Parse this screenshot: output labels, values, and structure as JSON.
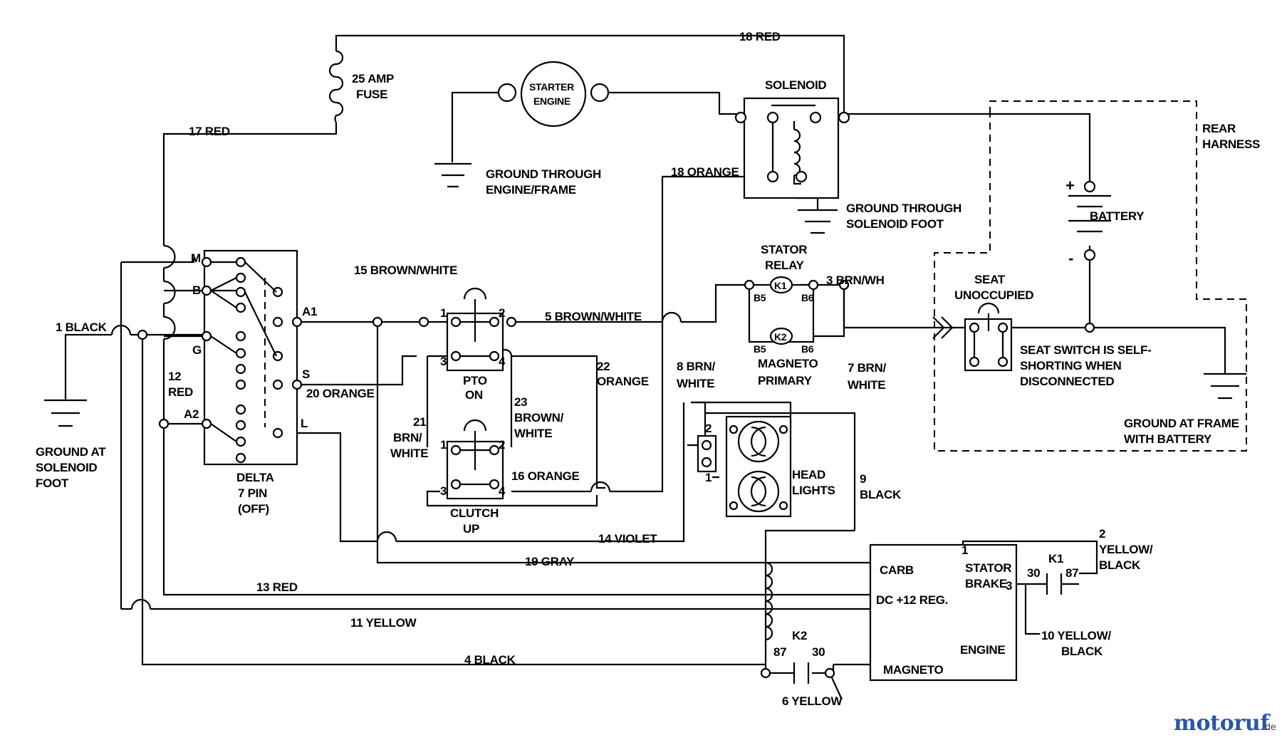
{
  "labels": {
    "w18red": "18 RED",
    "fuse1": "25 AMP",
    "fuse2": "FUSE",
    "w17red": "17 RED",
    "starter1": "STARTER",
    "starter2": "ENGINE",
    "solenoid": "SOLENOID",
    "gndEng1": "GROUND THROUGH",
    "gndEng2": "ENGINE/FRAME",
    "w18orange": "18 ORANGE",
    "gndSol1": "GROUND THROUGH",
    "gndSol2": "SOLENOID FOOT",
    "rear1": "REAR",
    "rear2": "HARNESS",
    "battery": "BATTERY",
    "plus": "+",
    "minus": "-",
    "w1black": "1 BLACK",
    "w15": "15 BROWN/WHITE",
    "w5": "5 BROWN/WHITE",
    "stator1": "STATOR",
    "stator2": "RELAY",
    "w3": "3 BRN/WH",
    "seat1": "SEAT",
    "seat2": "UNOCCUPIED",
    "seatsw1": "SEAT SWITCH IS SELF-",
    "seatsw2": "SHORTING WHEN",
    "seatsw3": "DISCONNECTED",
    "pinM": "M",
    "pinB": "B",
    "pinG": "G",
    "pinA1": "A1",
    "pinS": "S",
    "pinA2": "A2",
    "pinL": "L",
    "w12a": "12",
    "w12b": "RED",
    "w20": "20 ORANGE",
    "pto1": "PTO",
    "pto2": "ON",
    "w22a": "22",
    "w22b": "ORANGE",
    "w8a": "8 BRN/",
    "w8b": "WHITE",
    "mag1": "MAGNETO",
    "mag2": "PRIMARY",
    "w7a": "7 BRN/",
    "w7b": "WHITE",
    "k1": "K1",
    "k2": "K2",
    "b5": "B5",
    "b6": "B6",
    "gndSolF1": "GROUND AT",
    "gndSolF2": "SOLENOID",
    "gndSolF3": "FOOT",
    "w21a": "21",
    "w21b": "BRN/",
    "w21c": "WHITE",
    "w23a": "23",
    "w23b": "BROWN/",
    "w23c": "WHITE",
    "n1": "1",
    "n2": "2",
    "n3": "3",
    "n4": "4",
    "w16orange": "16 ORANGE",
    "head1": "HEAD",
    "head2": "LIGHTS",
    "w9a": "9",
    "w9b": "BLACK",
    "gndFrame1": "GROUND AT FRAME",
    "gndFrame2": "WITH BATTERY",
    "delta1": "DELTA",
    "delta2": "7 PIN",
    "delta3": "(OFF)",
    "clutch1": "CLUTCH",
    "clutch2": "UP",
    "w14": "14 VIOLET",
    "w19": "19 GRAY",
    "carb": "CARB",
    "statorBrake1": "STATOR",
    "statorBrake2": "BRAKE",
    "dc12": "DC +12 REG.",
    "engine": "ENGINE",
    "magneto": "MAGNETO",
    "w13": "13 RED",
    "w11": "11 YELLOW",
    "w4": "4 BLACK",
    "w6": "6 YELLOW",
    "k1r": "K1",
    "k2r": "K2",
    "r30": "30",
    "r87": "87",
    "w2a": "2",
    "w2b": "YELLOW/",
    "w2c": "BLACK",
    "w10a": "10 YELLOW/",
    "w10b": "BLACK",
    "wmMain": "motoruf",
    "wmDe": ".de"
  }
}
